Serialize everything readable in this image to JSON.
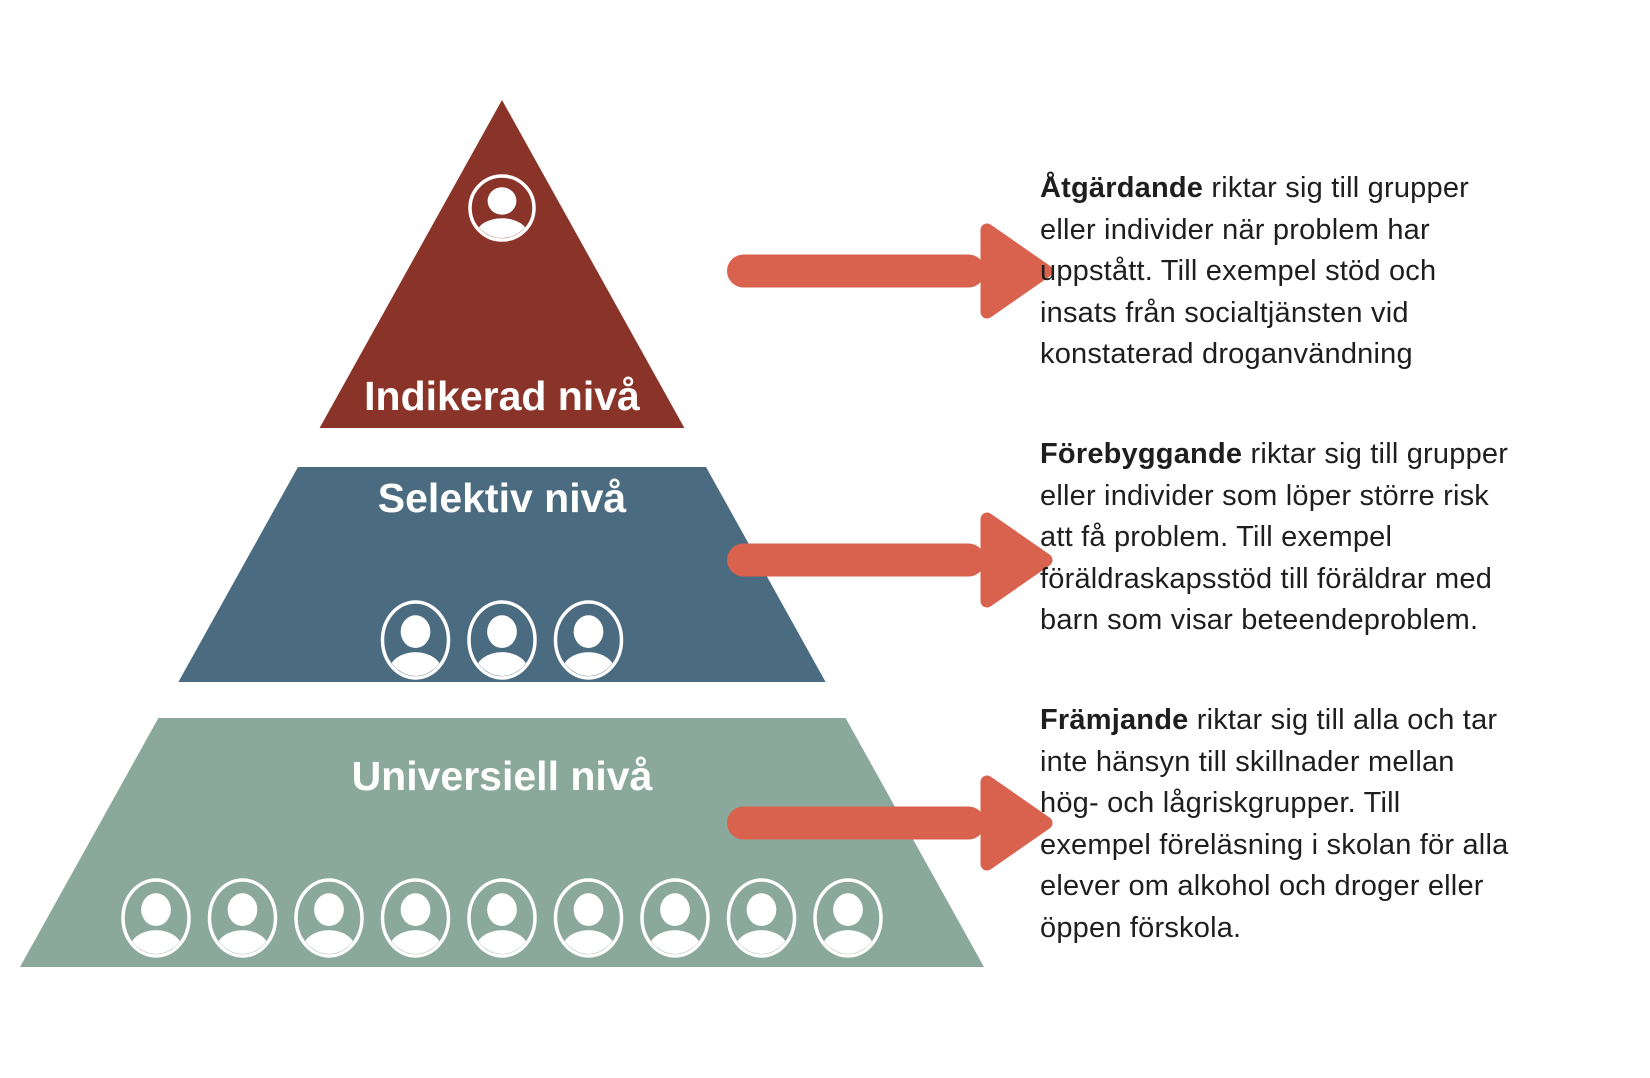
{
  "canvas": {
    "background": "#ffffff"
  },
  "pyramid": {
    "label_color": "#ffffff",
    "icon_color": "#ffffff",
    "levels": [
      {
        "id": "indikerad",
        "label": "Indikerad nivå",
        "color": "#8A3328",
        "icon_count": 1
      },
      {
        "id": "selektiv",
        "label": "Selektiv nivå",
        "color": "#4B6B80",
        "icon_count": 3
      },
      {
        "id": "universell",
        "label": "Universiell nivå",
        "color": "#8AA89C",
        "icon_count": 9
      }
    ]
  },
  "arrows": {
    "color": "#D9624F",
    "count": 3
  },
  "text_color": "#1E1E1E",
  "descriptions": [
    {
      "lead": "Åtgärdande",
      "lines": [
        " riktar sig till grupper",
        "eller individer när problem har",
        "uppstått. Till exempel stöd och",
        "insats från socialtjänsten vid",
        "konstaterad droganvändning"
      ]
    },
    {
      "lead": "Förebyggande",
      "lines": [
        " riktar sig till grupper",
        "eller individer som löper större risk",
        "att få problem. Till exempel",
        "föräldraskapsstöd till föräldrar med",
        "barn som visar beteendeproblem."
      ]
    },
    {
      "lead": "Främjande",
      "lines": [
        " riktar sig till alla och tar",
        "inte hänsyn till skillnader mellan",
        "hög- och lågriskgrupper. Till",
        "exempel föreläsning i skolan för alla",
        "elever om alkohol och droger eller",
        "öppen förskola."
      ]
    }
  ]
}
